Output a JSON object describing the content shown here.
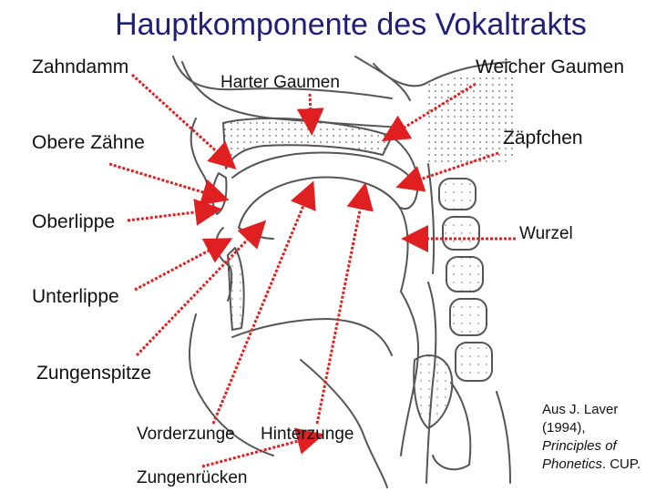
{
  "title": "Hauptkomponente des Vokaltrakts",
  "labels": {
    "zahndamm": "Zahndamm",
    "harter_gaumen": "Harter Gaumen",
    "weicher_gaumen": "Weicher Gaumen",
    "obere_zaehne": "Obere Zähne",
    "zaepfchen": "Zäpfchen",
    "oberlippe": "Oberlippe",
    "wurzel": "Wurzel",
    "unterlippe": "Unterlippe",
    "zungenspitze": "Zungenspitze",
    "vorderzunge": "Vorderzunge",
    "hinterzunge": "Hinterzunge",
    "zungenruecken": "Zungenrücken"
  },
  "source": {
    "line1": "Aus  J. Laver",
    "line2": "(1994),",
    "line3": "Principles of",
    "line4": "Phonetics",
    "line4_suffix": ". CUP."
  },
  "colors": {
    "title": "#1f1f78",
    "arrow": "#e02020",
    "drawing": "#555555"
  }
}
